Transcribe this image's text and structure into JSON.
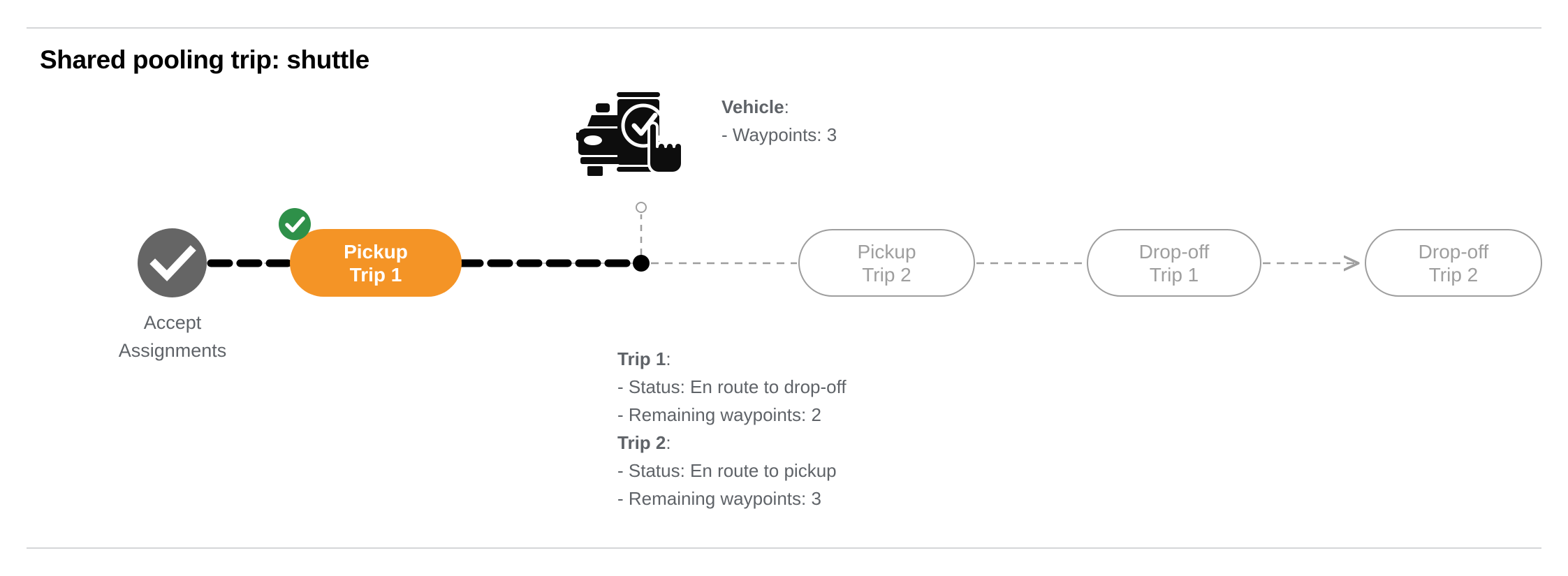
{
  "page": {
    "title": "Shared pooling trip: shuttle"
  },
  "vehicle": {
    "icon": "car-with-phone-check-icon",
    "label": "Vehicle",
    "label_suffix": ":",
    "waypoints_line": "- Waypoints: 3",
    "waypoints": 3
  },
  "timeline": {
    "accept": {
      "icon": "check-circle-icon",
      "label_line1": "Accept",
      "label_line2": "Assignments",
      "state": "completed",
      "color": "#656565"
    },
    "completed_badge": {
      "icon": "check-badge-icon",
      "color": "#2e9049"
    },
    "current_position_marker": {
      "name": "vehicle-position-dot",
      "color": "#000000"
    },
    "nodes": [
      {
        "id": "pickup-trip-1",
        "line1": "Pickup",
        "line2": "Trip 1",
        "state": "active",
        "color": "#f49426",
        "text_color": "#ffffff"
      },
      {
        "id": "pickup-trip-2",
        "line1": "Pickup",
        "line2": "Trip 2",
        "state": "pending",
        "color": "#ffffff",
        "text_color": "#9e9e9e"
      },
      {
        "id": "dropoff-trip-1",
        "line1": "Drop-off",
        "line2": "Trip 1",
        "state": "pending",
        "color": "#ffffff",
        "text_color": "#9e9e9e"
      },
      {
        "id": "dropoff-trip-2",
        "line1": "Drop-off",
        "line2": "Trip 2",
        "state": "pending",
        "color": "#ffffff",
        "text_color": "#9e9e9e"
      }
    ]
  },
  "trips": [
    {
      "name": "Trip 1",
      "name_suffix": ":",
      "status_line": "- Status:  En route to drop-off",
      "status": "En route to drop-off",
      "waypoints_line": "- Remaining waypoints: 2",
      "remaining_waypoints": 2
    },
    {
      "name": "Trip 2",
      "name_suffix": ":",
      "status_line": "- Status:  En route to pickup",
      "status": "En route to pickup",
      "waypoints_line": "- Remaining waypoints: 3",
      "remaining_waypoints": 3
    }
  ]
}
